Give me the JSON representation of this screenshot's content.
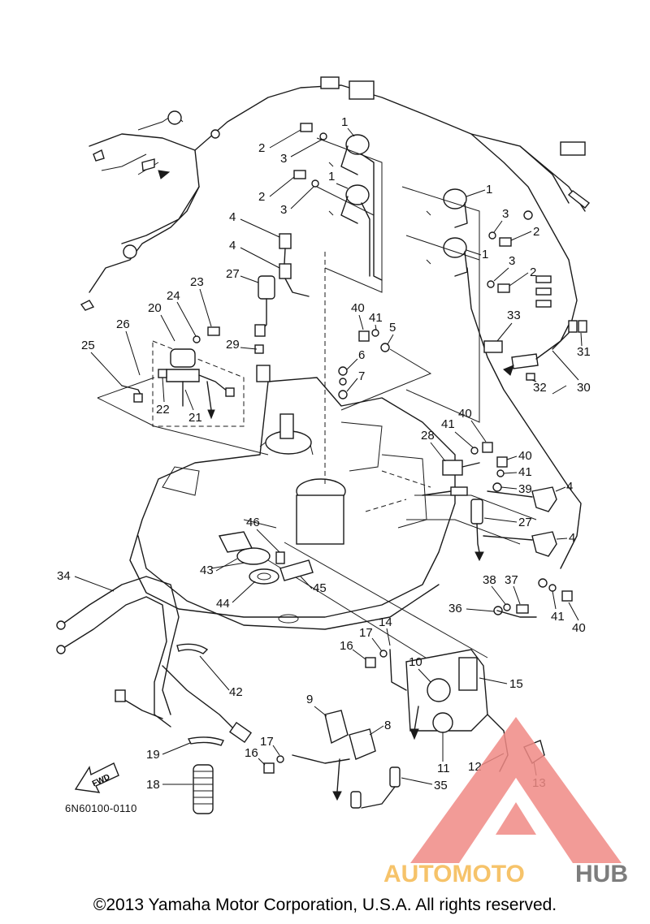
{
  "diagram": {
    "code": "6N60100-0110",
    "direction_label": "FWD",
    "copyright": "©2013 Yamaha Motor Corporation, U.S.A. All rights reserved."
  },
  "watermark": {
    "brand_part1": "AUTOMOTO",
    "brand_part2": "HUB",
    "color_primary": "#f08a85",
    "color_accent": "#f6c36a",
    "color_dark": "#7d7d7d"
  },
  "callouts": [
    "1",
    "1",
    "1",
    "1",
    "2",
    "2",
    "2",
    "2",
    "3",
    "3",
    "3",
    "3",
    "4",
    "4",
    "4",
    "4",
    "5",
    "6",
    "7",
    "8",
    "9",
    "10",
    "11",
    "12",
    "13",
    "14",
    "15",
    "16",
    "16",
    "17",
    "17",
    "18",
    "19",
    "20",
    "21",
    "22",
    "23",
    "24",
    "25",
    "26",
    "27",
    "27",
    "28",
    "29",
    "30",
    "31",
    "32",
    "33",
    "34",
    "35",
    "36",
    "37",
    "38",
    "39",
    "40",
    "40",
    "40",
    "40",
    "41",
    "41",
    "41",
    "41",
    "42",
    "43",
    "44",
    "45",
    "46"
  ]
}
